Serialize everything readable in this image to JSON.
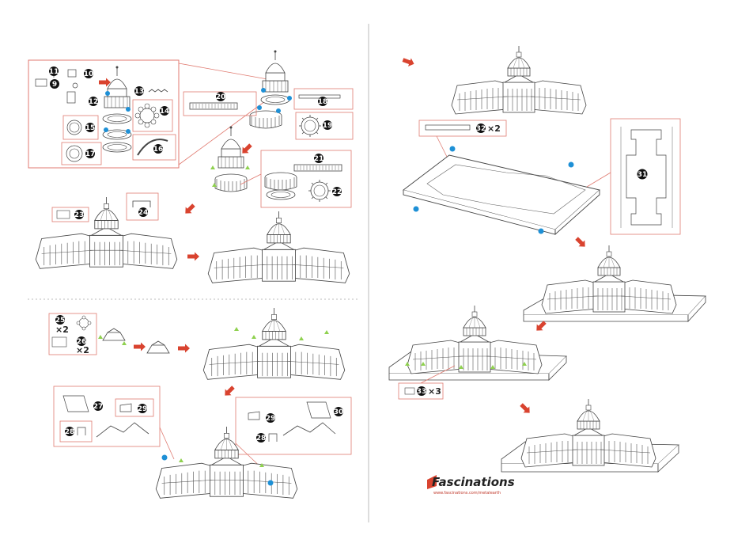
{
  "colors": {
    "panel_border": "#e07a70",
    "arrow": "#d9432f",
    "marker_blue": "#1e90d6",
    "marker_green": "#8fd14f",
    "divider": "#bbbbbb",
    "line": "#444444"
  },
  "left_page": {
    "steps": {
      "s9": "9",
      "s10": "10",
      "s11": "11",
      "s12": "12",
      "s13": "13",
      "s14": "14",
      "s15": "15",
      "s16": "16",
      "s17": "17",
      "s18": "18",
      "s19": "19",
      "s20": "20",
      "s21": "21",
      "s22": "22",
      "s23": "23",
      "s24": "24",
      "s25": "25",
      "s26": "26",
      "s27": "27",
      "s28": "28",
      "s29": "29",
      "s30": "30",
      "s28b": "28",
      "s29b": "29"
    },
    "mult_25": "×2",
    "mult_26": "×2"
  },
  "right_page": {
    "steps": {
      "s31": "31",
      "s32": "32",
      "s33": "33"
    },
    "mult_32": "×2",
    "mult_33": "×3",
    "brand": "Fascinations",
    "url": "www.fascinations.com/metalearth"
  }
}
